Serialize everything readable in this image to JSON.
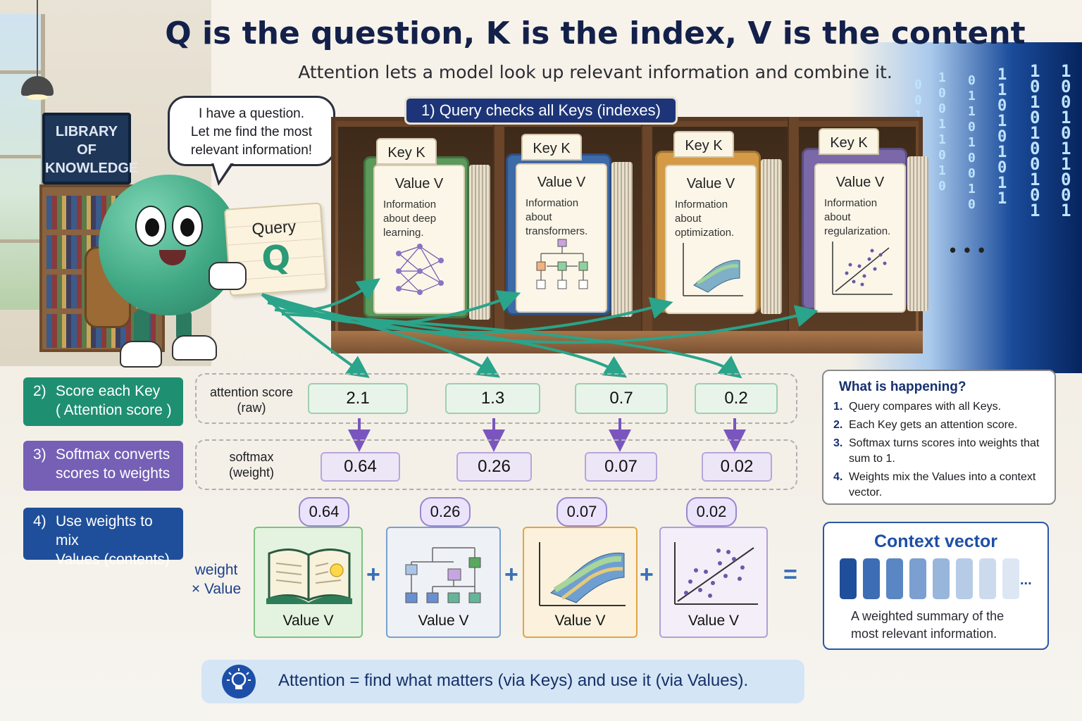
{
  "title": "Q is the question, K is the index, V is the content",
  "subtitle": "Attention lets a model look up relevant information and combine it.",
  "sign": {
    "lines": [
      "LIBRARY",
      "OF",
      "KNOWLEDGE"
    ]
  },
  "bubble": {
    "lines": [
      "I have a question.",
      "Let me find the most",
      "relevant information!"
    ]
  },
  "query_card": {
    "label": "Query",
    "letter": "Q"
  },
  "step1": "1) Query checks all Keys (indexes)",
  "binders": [
    {
      "key": "Key K",
      "value_title": "Value V",
      "desc": [
        "Information",
        "about deep",
        "learning."
      ],
      "icon": "neural-network-icon",
      "color": "#5b9a5a"
    },
    {
      "key": "Key K",
      "value_title": "Value V",
      "desc": [
        "Information",
        "about",
        "transformers."
      ],
      "icon": "architecture-diagram-icon",
      "color": "#3e6aa8"
    },
    {
      "key": "Key K",
      "value_title": "Value V",
      "desc": [
        "Information",
        "about",
        "optimization."
      ],
      "icon": "surface-plot-icon",
      "color": "#d49a45"
    },
    {
      "key": "Key K",
      "value_title": "Value V",
      "desc": [
        "Information",
        "about",
        "regularization."
      ],
      "icon": "scatter-plot-icon",
      "color": "#7a68a8"
    }
  ],
  "more": "• • •",
  "steps": [
    {
      "num": "2)",
      "lines": [
        "Score each Key",
        "( Attention score )"
      ],
      "color": "#1f8f72"
    },
    {
      "num": "3)",
      "lines": [
        "Softmax converts",
        "scores to weights"
      ],
      "color": "#7560b5"
    },
    {
      "num": "4)",
      "lines": [
        "Use weights to mix",
        "Values (contents)"
      ],
      "color": "#1f4f9a"
    }
  ],
  "score_row": {
    "label": [
      "attention score",
      "(raw)"
    ],
    "values": [
      "2.1",
      "1.3",
      "0.7",
      "0.2"
    ]
  },
  "softmax_row": {
    "label": [
      "softmax",
      "(weight)"
    ],
    "values": [
      "0.64",
      "0.26",
      "0.07",
      "0.02"
    ]
  },
  "weight_value_label": [
    "weight",
    "× Value"
  ],
  "mix_cards": [
    {
      "weight": "0.64",
      "label": "Value V",
      "icon": "open-book-icon"
    },
    {
      "weight": "0.26",
      "label": "Value V",
      "icon": "flow-diagram-icon"
    },
    {
      "weight": "0.07",
      "label": "Value V",
      "icon": "surface-plot-icon"
    },
    {
      "weight": "0.02",
      "label": "Value V",
      "icon": "scatter-plot-icon"
    }
  ],
  "operators": [
    "+",
    "+",
    "+",
    "="
  ],
  "info": {
    "title": "What is happening?",
    "items": [
      {
        "n": "1.",
        "text": "Query compares with all Keys."
      },
      {
        "n": "2.",
        "text": "Each Key gets an attention score."
      },
      {
        "n": "3.",
        "text": "Softmax turns scores into weights that sum to 1."
      },
      {
        "n": "4.",
        "text": "Weights mix the Values into a context vector."
      }
    ]
  },
  "context": {
    "title": "Context vector",
    "dots": "...",
    "desc": "A weighted summary of the most relevant information.",
    "bar_colors": [
      "#1f4f9a",
      "#3d6db5",
      "#5a86c4",
      "#7b9fd0",
      "#98b6dc",
      "#b6cbe6",
      "#ccdaee",
      "#dde7f4"
    ]
  },
  "summary": "Attention = find what matters (via Keys) and use it (via Values)."
}
